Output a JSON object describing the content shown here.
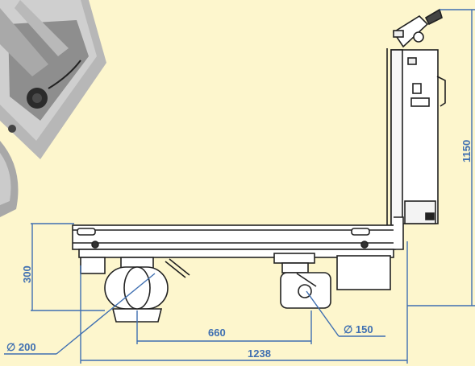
{
  "dimensions": {
    "height_total": "1150",
    "platform_height": "300",
    "wheel_large": "∅ 200",
    "wheel_small": "∅ 150",
    "wheelbase": "660",
    "length_total": "1238"
  },
  "colors": {
    "background": "#fdf6cd",
    "dimension": "#3f6fb1",
    "line": "#222222",
    "photo_metal": "#9a9a9a"
  }
}
